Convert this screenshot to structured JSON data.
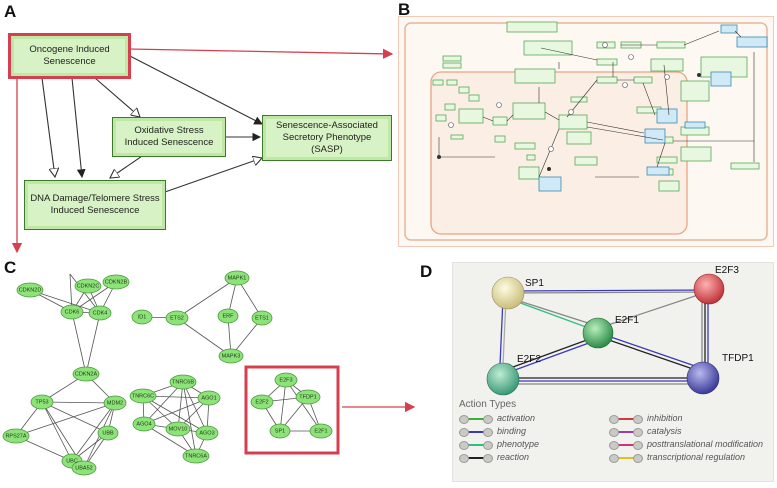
{
  "panels": {
    "a": "A",
    "b": "B",
    "c": "C",
    "d": "D"
  },
  "panel_a": {
    "oncogene": "Oncogene Induced Senescence",
    "oxidative": "Oxidative Stress Induced Senescence",
    "sasp": "Senescence-Associated Secretory Phenotype (SASP)",
    "dna_damage": "DNA Damage/Telomere Stress Induced Senescence"
  },
  "panel_c": {
    "cluster1": [
      "CDKN2C",
      "CDKN2B",
      "CDKN2D",
      "CDK6",
      "CDK4",
      "CDKN2A",
      "TP53",
      "MDM2",
      "RPS27A",
      "UBB",
      "UBC",
      "UBA52"
    ],
    "cluster2": [
      "MAPK1",
      "ID1",
      "ETS2",
      "ERF",
      "ETS1",
      "MAPK3"
    ],
    "cluster3": [
      "TNRC6B",
      "TNRC6C",
      "AGO1",
      "AGO4",
      "MOV10",
      "AGO3",
      "TNRC6A"
    ],
    "cluster4": [
      "E2F3",
      "E2F2",
      "TFDP1",
      "SP1",
      "E2F1"
    ]
  },
  "panel_d": {
    "nodes": [
      "SP1",
      "E2F3",
      "E2F1",
      "E2F2",
      "TFDP1"
    ],
    "legend_title": "Action Types",
    "legend": [
      {
        "label": "activation",
        "color": "#3ab03a"
      },
      {
        "label": "inhibition",
        "color": "#d23a3a"
      },
      {
        "label": "binding",
        "color": "#3a3ab8"
      },
      {
        "label": "catalysis",
        "color": "#a03ab0"
      },
      {
        "label": "phenotype",
        "color": "#2fbf7a"
      },
      {
        "label": "posttranslational modification",
        "color": "#d2307a"
      },
      {
        "label": "reaction",
        "color": "#222222"
      },
      {
        "label": "transcriptional regulation",
        "color": "#e0c020"
      }
    ]
  }
}
